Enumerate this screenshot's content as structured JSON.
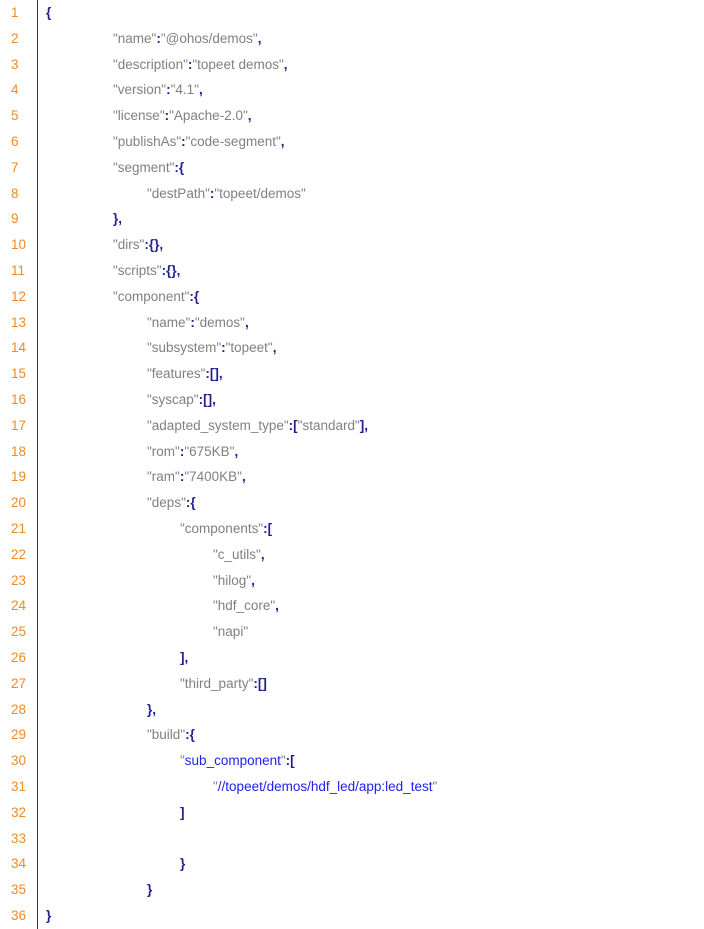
{
  "document": {
    "type": "code-listing",
    "colors": {
      "line_number": "#f08a24",
      "string": "#808080",
      "punctuation": "#1f1f8f",
      "highlight_string": "#2121f0",
      "separator": "#3a3a3a"
    },
    "lines": [
      {
        "n": "1",
        "indent": 0,
        "tokens": [
          {
            "t": "{",
            "c": "p"
          }
        ]
      },
      {
        "n": "2",
        "indent": 1,
        "tokens": [
          {
            "t": "\"name\"",
            "c": "g"
          },
          {
            "t": ":",
            "c": "p"
          },
          {
            "t": "\"@ohos/demos\"",
            "c": "g"
          },
          {
            "t": ",",
            "c": "p"
          }
        ]
      },
      {
        "n": "3",
        "indent": 1,
        "tokens": [
          {
            "t": "\"description\"",
            "c": "g"
          },
          {
            "t": ":",
            "c": "p"
          },
          {
            "t": "\"topeet demos\"",
            "c": "g"
          },
          {
            "t": ",",
            "c": "p"
          }
        ]
      },
      {
        "n": "4",
        "indent": 1,
        "tokens": [
          {
            "t": "\"version\"",
            "c": "g"
          },
          {
            "t": ":",
            "c": "p"
          },
          {
            "t": "\"4.1\"",
            "c": "g"
          },
          {
            "t": ",",
            "c": "p"
          }
        ]
      },
      {
        "n": "5",
        "indent": 1,
        "tokens": [
          {
            "t": "\"license\"",
            "c": "g"
          },
          {
            "t": ":",
            "c": "p"
          },
          {
            "t": "\"Apache-2.0\"",
            "c": "g"
          },
          {
            "t": ",",
            "c": "p"
          }
        ]
      },
      {
        "n": "6",
        "indent": 1,
        "tokens": [
          {
            "t": "\"publishAs\"",
            "c": "g"
          },
          {
            "t": ":",
            "c": "p"
          },
          {
            "t": "\"code-segment\"",
            "c": "g"
          },
          {
            "t": ",",
            "c": "p"
          }
        ]
      },
      {
        "n": "7",
        "indent": 1,
        "tokens": [
          {
            "t": "\"segment\"",
            "c": "g"
          },
          {
            "t": ":{",
            "c": "p"
          }
        ]
      },
      {
        "n": "8",
        "indent": 2,
        "tokens": [
          {
            "t": "\"destPath\"",
            "c": "g"
          },
          {
            "t": ":",
            "c": "p"
          },
          {
            "t": "\"topeet/demos\"",
            "c": "g"
          }
        ]
      },
      {
        "n": "9",
        "indent": 1,
        "tokens": [
          {
            "t": "},",
            "c": "p"
          }
        ]
      },
      {
        "n": "10",
        "indent": 1,
        "tokens": [
          {
            "t": "\"dirs\"",
            "c": "g"
          },
          {
            "t": ":{},",
            "c": "p"
          }
        ]
      },
      {
        "n": "11",
        "indent": 1,
        "tokens": [
          {
            "t": "\"scripts\"",
            "c": "g"
          },
          {
            "t": ":{},",
            "c": "p"
          }
        ]
      },
      {
        "n": "12",
        "indent": 1,
        "tokens": [
          {
            "t": "\"component\"",
            "c": "g"
          },
          {
            "t": ":{",
            "c": "p"
          }
        ]
      },
      {
        "n": "13",
        "indent": 2,
        "tokens": [
          {
            "t": "\"name\"",
            "c": "g"
          },
          {
            "t": ":",
            "c": "p"
          },
          {
            "t": "\"demos\"",
            "c": "g"
          },
          {
            "t": ",",
            "c": "p"
          }
        ]
      },
      {
        "n": "14",
        "indent": 2,
        "tokens": [
          {
            "t": "\"subsystem\"",
            "c": "g"
          },
          {
            "t": ":",
            "c": "p"
          },
          {
            "t": "\"topeet\"",
            "c": "g"
          },
          {
            "t": ",",
            "c": "p"
          }
        ]
      },
      {
        "n": "15",
        "indent": 2,
        "tokens": [
          {
            "t": "\"features\"",
            "c": "g"
          },
          {
            "t": ":[],",
            "c": "p"
          }
        ]
      },
      {
        "n": "16",
        "indent": 2,
        "tokens": [
          {
            "t": "\"syscap\"",
            "c": "g"
          },
          {
            "t": ":[],",
            "c": "p"
          }
        ]
      },
      {
        "n": "17",
        "indent": 2,
        "tokens": [
          {
            "t": "\"adapted_system_type\"",
            "c": "g"
          },
          {
            "t": ":[",
            "c": "p"
          },
          {
            "t": "\"standard\"",
            "c": "g"
          },
          {
            "t": "],",
            "c": "p"
          }
        ]
      },
      {
        "n": "18",
        "indent": 2,
        "tokens": [
          {
            "t": "\"rom\"",
            "c": "g"
          },
          {
            "t": ":",
            "c": "p"
          },
          {
            "t": "\"675KB\"",
            "c": "g"
          },
          {
            "t": ",",
            "c": "p"
          }
        ]
      },
      {
        "n": "19",
        "indent": 2,
        "tokens": [
          {
            "t": "\"ram\"",
            "c": "g"
          },
          {
            "t": ":",
            "c": "p"
          },
          {
            "t": "\"7400KB\"",
            "c": "g"
          },
          {
            "t": ",",
            "c": "p"
          }
        ]
      },
      {
        "n": "20",
        "indent": 2,
        "tokens": [
          {
            "t": "\"deps\"",
            "c": "g"
          },
          {
            "t": ":{",
            "c": "p"
          }
        ]
      },
      {
        "n": "21",
        "indent": 3,
        "tokens": [
          {
            "t": "\"components\"",
            "c": "g"
          },
          {
            "t": ":[",
            "c": "p"
          }
        ]
      },
      {
        "n": "22",
        "indent": 4,
        "tokens": [
          {
            "t": "\"c_utils\"",
            "c": "g"
          },
          {
            "t": ",",
            "c": "p"
          }
        ]
      },
      {
        "n": "23",
        "indent": 4,
        "tokens": [
          {
            "t": "\"hilog\"",
            "c": "g"
          },
          {
            "t": ",",
            "c": "p"
          }
        ]
      },
      {
        "n": "24",
        "indent": 4,
        "tokens": [
          {
            "t": "\"hdf_core\"",
            "c": "g"
          },
          {
            "t": ",",
            "c": "p"
          }
        ]
      },
      {
        "n": "25",
        "indent": 4,
        "tokens": [
          {
            "t": "\"napi\"",
            "c": "g"
          }
        ]
      },
      {
        "n": "26",
        "indent": 3,
        "tokens": [
          {
            "t": "],",
            "c": "p"
          }
        ]
      },
      {
        "n": "27",
        "indent": 3,
        "tokens": [
          {
            "t": "\"third_party\"",
            "c": "g"
          },
          {
            "t": ":[]",
            "c": "p"
          }
        ]
      },
      {
        "n": "28",
        "indent": 2,
        "tokens": [
          {
            "t": "},",
            "c": "p"
          }
        ]
      },
      {
        "n": "29",
        "indent": 2,
        "tokens": [
          {
            "t": "\"build\"",
            "c": "g"
          },
          {
            "t": ":{",
            "c": "p"
          }
        ]
      },
      {
        "n": "30",
        "indent": 3,
        "tokens": [
          {
            "t": "\"",
            "c": "g"
          },
          {
            "t": "sub_component",
            "c": "b"
          },
          {
            "t": "\"",
            "c": "g"
          },
          {
            "t": ":[",
            "c": "p"
          }
        ]
      },
      {
        "n": "31",
        "indent": 4,
        "tokens": [
          {
            "t": "\"",
            "c": "g"
          },
          {
            "t": "//topeet/demos/hdf_led/app:led_test",
            "c": "b"
          },
          {
            "t": "\"",
            "c": "g"
          }
        ]
      },
      {
        "n": "32",
        "indent": 3,
        "tokens": [
          {
            "t": "]",
            "c": "p"
          }
        ]
      },
      {
        "n": "33",
        "indent": 3,
        "tokens": []
      },
      {
        "n": "34",
        "indent": 3,
        "tokens": [
          {
            "t": "}",
            "c": "p"
          }
        ]
      },
      {
        "n": "35",
        "indent": 2,
        "tokens": [
          {
            "t": "}",
            "c": "p"
          }
        ]
      },
      {
        "n": "36",
        "indent": 0,
        "tokens": [
          {
            "t": "}",
            "c": "p"
          }
        ]
      }
    ]
  }
}
